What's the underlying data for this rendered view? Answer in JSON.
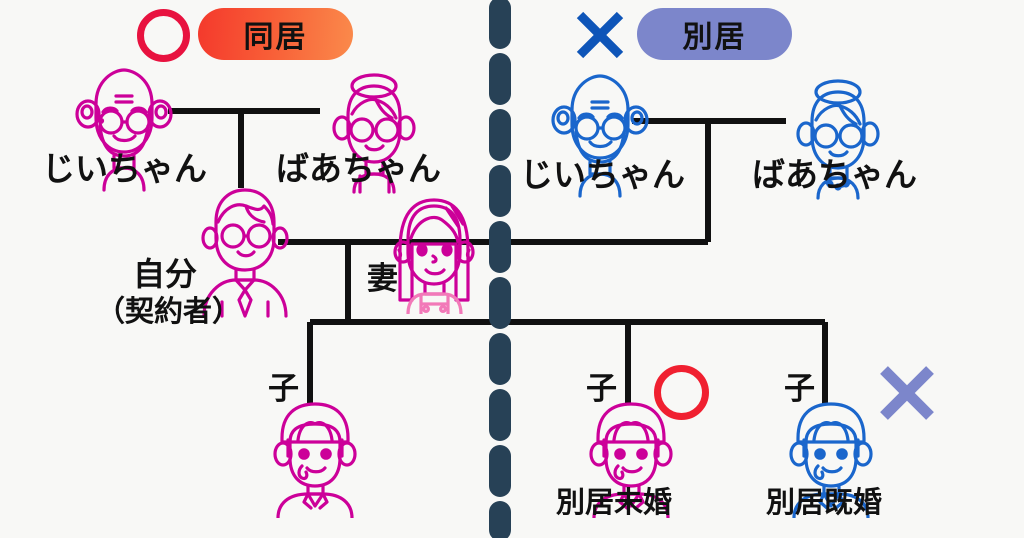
{
  "background": "#f8f8f6",
  "colors": {
    "co_resident_line": "#cc0099",
    "separate_line": "#1a66cc",
    "divider": "#274156",
    "connector": "#111111",
    "circle_mark_top": "#e8123f",
    "circle_mark_child": "#f02030",
    "x_mark_top": "#0e55b8",
    "x_mark_child": "#7c86cb",
    "badge_live_together_from": "#f4392c",
    "badge_live_together_to": "#fa8a4b",
    "badge_live_apart": "#7c86cb",
    "text": "#111111"
  },
  "legend": {
    "live_together": {
      "mark": "circle-mark",
      "label": "同居"
    },
    "live_apart": {
      "mark": "x-mark",
      "label": "別居"
    }
  },
  "divider": {
    "name": "dashed-vertical-divider",
    "style": "dashed",
    "color": "#274156"
  },
  "people": {
    "grandfather_left": {
      "label": "じいちゃん",
      "side": "co-resident",
      "color": "#cc0099",
      "icon": "grandfather-icon"
    },
    "grandmother_left": {
      "label": "ばあちゃん",
      "side": "co-resident",
      "color": "#cc0099",
      "icon": "grandmother-icon"
    },
    "grandfather_right": {
      "label": "じいちゃん",
      "side": "separate",
      "color": "#1a66cc",
      "icon": "grandfather-icon"
    },
    "grandmother_right": {
      "label": "ばあちゃん",
      "side": "separate",
      "color": "#1a66cc",
      "icon": "grandmother-icon"
    },
    "self": {
      "label": "自分",
      "sublabel": "（契約者）",
      "side": "co-resident",
      "color": "#cc0099",
      "icon": "man-with-tie-icon"
    },
    "wife": {
      "label": "妻",
      "side": "co-resident",
      "color": "#cc0099",
      "icon": "woman-icon"
    },
    "child1": {
      "label": "子",
      "sublabel": "",
      "side": "co-resident",
      "color": "#cc0099",
      "icon": "child-icon",
      "mark": ""
    },
    "child2": {
      "label": "子",
      "sublabel": "別居未婚",
      "side": "co-resident-color",
      "color": "#cc0099",
      "icon": "child-icon",
      "mark": "circle-mark"
    },
    "child3": {
      "label": "子",
      "sublabel": "別居既婚",
      "side": "separate",
      "color": "#1a66cc",
      "icon": "child-icon",
      "mark": "x-mark"
    }
  }
}
